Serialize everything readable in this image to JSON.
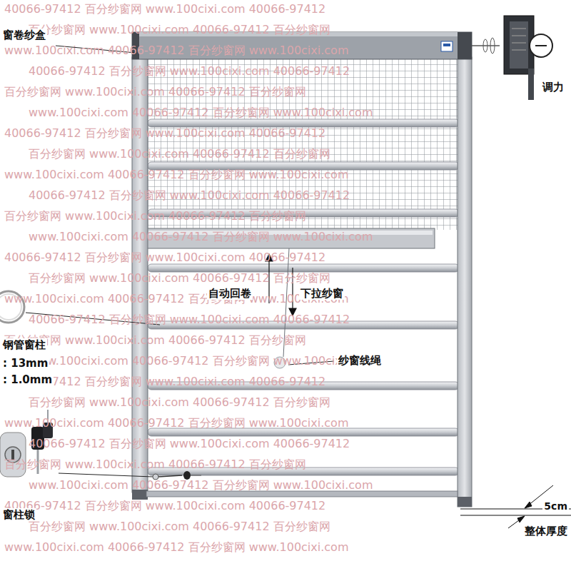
{
  "diagram": {
    "labels": [
      "窗卷纱盒",
      "调力",
      "自动回卷",
      "下拉纱窗",
      "纱窗线绳",
      "钢管窗柱",
      ": 13mm",
      ": 1.0mm",
      "窗柱锁",
      "5cm",
      "整体厚度",
      "40066-97412 百分纱窗网 www.100cixi.com 40066-97412",
      "百分纱窗网 www.100cixi.com 40066-97412 百分纱窗网",
      "www.100cixi.com 40066-97412 百分纱窗网 www.100cixi.com",
      "40066-97412 百分纱窗网 www.100cixi.com 40066-97412",
      "百分纱窗网 www.100cixi.com 40066-97412 百分纱窗网",
      "www.100cixi.com 40066-97412 百分纱窗网 www.100cixi.com",
      "40066-97412 百分纱窗网 www.100cixi.com 40066-97412",
      "百分纱窗网 www.100cixi.com 40066-97412 百分纱窗网",
      "www.100cixi.com 40066-97412 百分纱窗网 www.100cixi.com",
      "40066-97412 百分纱窗网 www.100cixi.com 40066-97412",
      "百分纱窗网 www.100cixi.com 40066-97412 百分纱窗网",
      "www.100cixi.com 40066-97412 百分纱窗网 www.100cixi.com",
      "40066-97412 百分纱窗网 www.100cixi.com 40066-97412",
      "百分纱窗网 www.100cixi.com 40066-97412 百分纱窗网",
      "www.100cixi.com 40066-97412 百分纱窗网 www.100cixi.com",
      "40066-97412 百分纱窗网 www.100cixi.com 40066-97412",
      "百分纱窗网 www.100cixi.com 40066-97412 百分纱窗网",
      "www.100cixi.com 40066-97412 百分纱窗网 www.100cixi.com",
      "40066-97412 百分纱窗网 www.100cixi.com 40066-97412",
      "百分纱窗网 www.100cixi.com 40066-97412 百分纱窗网",
      "www.100cixi.com 40066-97412 百分纱窗网 www.100cixi.com",
      "40066-97412 百分纱窗网 www.100cixi.com 40066-97412",
      "百分纱窗网 www.100cixi.com 40066-97412 百分纱窗网",
      "www.100cixi.com 40066-97412 百分纱窗网 www.100cixi.com",
      "40066-97412 百分纱窗网 www.100cixi.com 40066-97412",
      "百分纱窗网 www.100cixi.com 40066-97412 百分纱窗网",
      "www.100cixi.com 40066-97412 百分纱窗网 www.100cixi.com"
    ]
  }
}
